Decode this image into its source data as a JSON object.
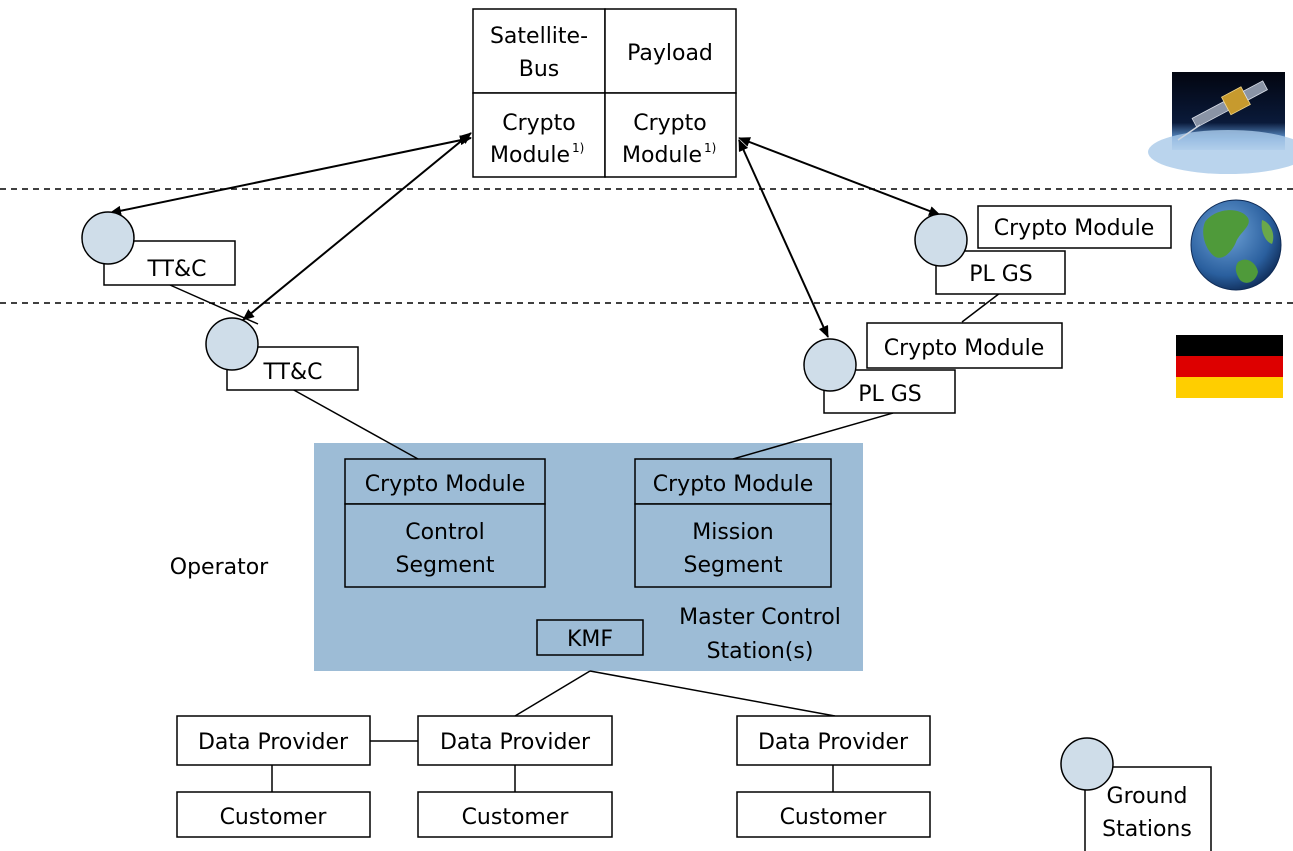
{
  "satellite": {
    "bus_line1": "Satellite-",
    "bus_line2": "Bus",
    "payload": "Payload",
    "crypto_left_line1": "Crypto",
    "crypto_left_line2": "Module",
    "crypto_right_line1": "Crypto",
    "crypto_right_line2": "Module",
    "footnote_mark": "1)"
  },
  "ground_foreign": {
    "ttc_label": "TT&C",
    "plgs_label": "PL GS",
    "crypto_label": "Crypto Module"
  },
  "ground_domestic": {
    "ttc_label": "TT&C",
    "plgs_label": "PL GS",
    "crypto_label": "Crypto Module"
  },
  "master_station": {
    "control_crypto": "Crypto Module",
    "control_line1": "Control",
    "control_line2": "Segment",
    "mission_crypto": "Crypto Module",
    "mission_line1": "Mission",
    "mission_line2": "Segment",
    "kmf": "KMF",
    "title_line1": "Master Control",
    "title_line2": "Station(s)",
    "operator_label": "Operator"
  },
  "providers": [
    {
      "data_provider": "Data Provider",
      "customer": "Customer"
    },
    {
      "data_provider": "Data Provider",
      "customer": "Customer"
    },
    {
      "data_provider": "Data Provider",
      "customer": "Customer"
    }
  ],
  "legend": {
    "line1": "Ground",
    "line2": "Stations"
  },
  "icons": {
    "space": "satellite-image-icon",
    "earth": "earth-globe-icon",
    "country": "german-flag-icon"
  },
  "colors": {
    "master_station_bg": "#9dbcd6",
    "station_circle": "#cfdde9",
    "flag_black": "#000000",
    "flag_red": "#dd0000",
    "flag_gold": "#ffce00"
  }
}
